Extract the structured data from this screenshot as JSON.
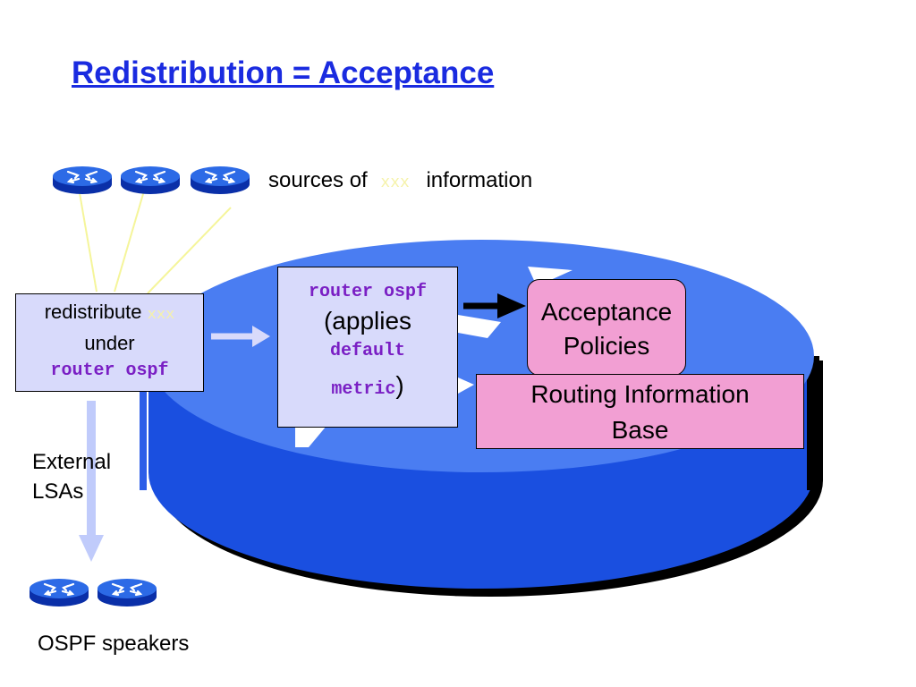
{
  "title": "Redistribution = Acceptance",
  "sources": {
    "prefix": "sources of",
    "placeholder": "xxx",
    "suffix": "information"
  },
  "redistribute_box": {
    "line1": "redistribute",
    "placeholder": "xxx",
    "line2": "under",
    "command": "router ospf"
  },
  "router_box": {
    "command": "router ospf",
    "open": "(applies",
    "keyword1": "default",
    "keyword2": "metric",
    "close": ")"
  },
  "acceptance_box": {
    "line1": "Acceptance",
    "line2": "Policies"
  },
  "rib_box": {
    "line1": "Routing Information",
    "line2": "Base"
  },
  "external_label": {
    "line1": "External",
    "line2": "LSAs"
  },
  "speakers_label": "OSPF speakers",
  "colors": {
    "title": "#1a2be0",
    "router_body": "#1a4fe0",
    "router_top": "#4a7df2",
    "box_fill": "#d8dafb",
    "pink_fill": "#f29fd3",
    "command_text": "#7a1fc4",
    "source_lines": "#f5f59a"
  },
  "icons": [
    "router-icon",
    "big-router-icon",
    "arrow-icon"
  ]
}
